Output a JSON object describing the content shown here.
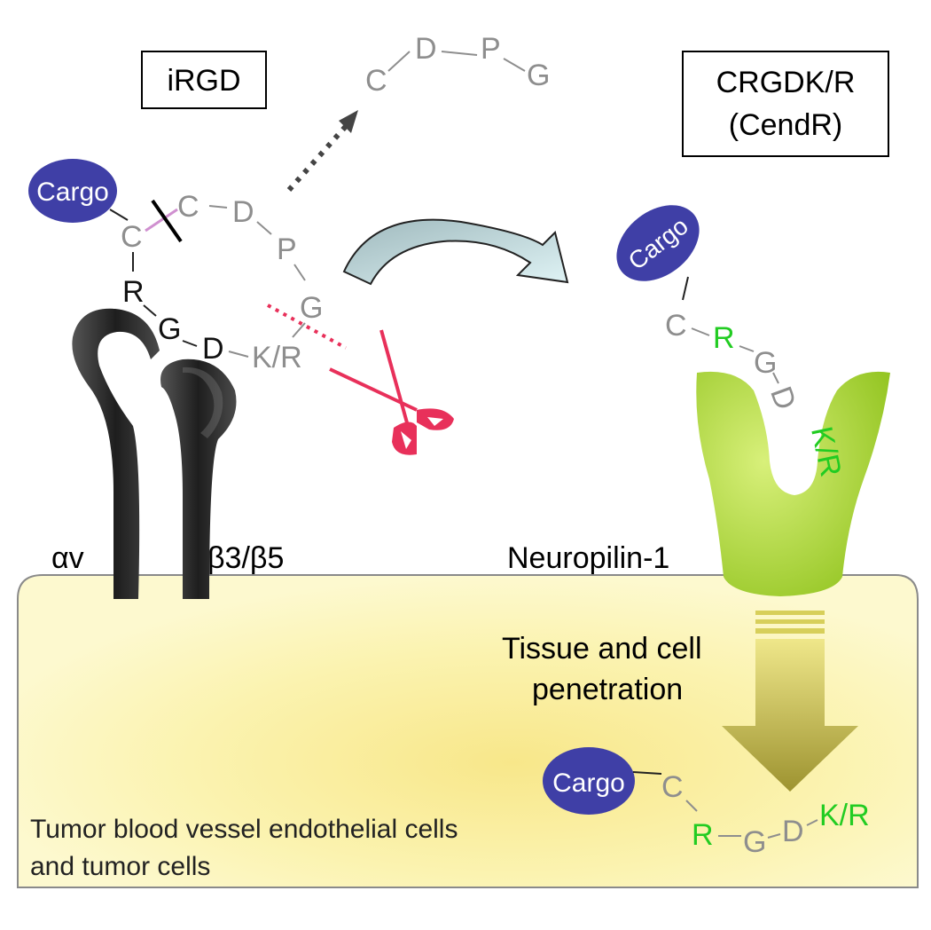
{
  "boxes": {
    "irgd": "iRGD",
    "crgdkr_line1": "CRGDK/R",
    "crgdkr_line2": "(CendR)"
  },
  "cargo_label": "Cargo",
  "released_fragment": [
    "C",
    "D",
    "P",
    "G"
  ],
  "irgd_peptide": {
    "c_terminal_loop": [
      "C",
      "D",
      "P",
      "G"
    ],
    "rgd": [
      "R",
      "G",
      "D"
    ],
    "k_or_r": "K/R"
  },
  "cendr_peptide_bound": [
    "C",
    "R",
    "G",
    "D",
    "K/R"
  ],
  "cendr_peptide_internalized": [
    "C",
    "R",
    "G",
    "D",
    "K/R"
  ],
  "receptors": {
    "alpha": "αv",
    "beta": "β3/β5",
    "neuropilin": "Neuropilin-1"
  },
  "arrow_label": {
    "line1": "Tissue and cell",
    "line2": "penetration"
  },
  "cell_label": {
    "line1": "Tumor blood vessel endothelial cells",
    "line2": "and tumor cells"
  },
  "colors": {
    "cargo": "#3f3fa6",
    "receptor_integrin": "#333333",
    "neuropilin": "#9fd22a",
    "cleavage": "#e8305a",
    "cell_fill": "#fbf6b6",
    "cell_border": "#8a8a8a",
    "curved_arrow": "#c8e3e6",
    "down_arrow": "#b5ac42"
  },
  "icons": [
    "scissors-icon",
    "curved-arrow-icon",
    "down-arrow-icon",
    "dotted-arrow-icon"
  ]
}
